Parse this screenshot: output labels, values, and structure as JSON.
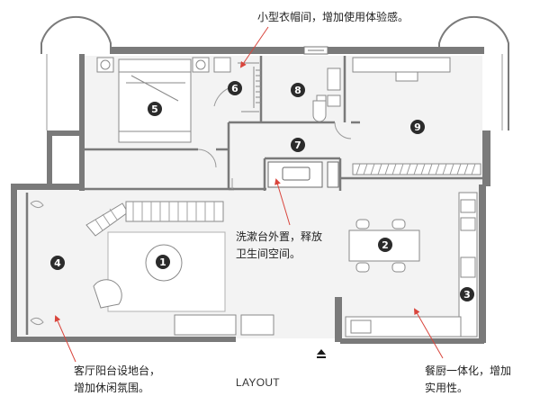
{
  "notes": {
    "wardrobe": [
      "小型衣帽间，增加使用体验感。"
    ],
    "basin": [
      "洗漱台外置，释放",
      "卫生间空间。"
    ],
    "balcony": [
      "客厅阳台设地台，",
      "增加休闲氛围。"
    ],
    "kitchen": [
      "餐厨一体化，增加",
      "实用性。"
    ]
  },
  "label": "LAYOUT",
  "rooms": [
    "1",
    "2",
    "3",
    "4",
    "5",
    "6",
    "7",
    "8",
    "9"
  ],
  "colors": {
    "wall": "#7a7a7a",
    "floor": "#f2f2f2",
    "badge": "#2b2b2b",
    "arrow": "#d9453c",
    "line": "#8a8a8a"
  },
  "icons": [
    "north-arrow-icon",
    "window-icon"
  ]
}
